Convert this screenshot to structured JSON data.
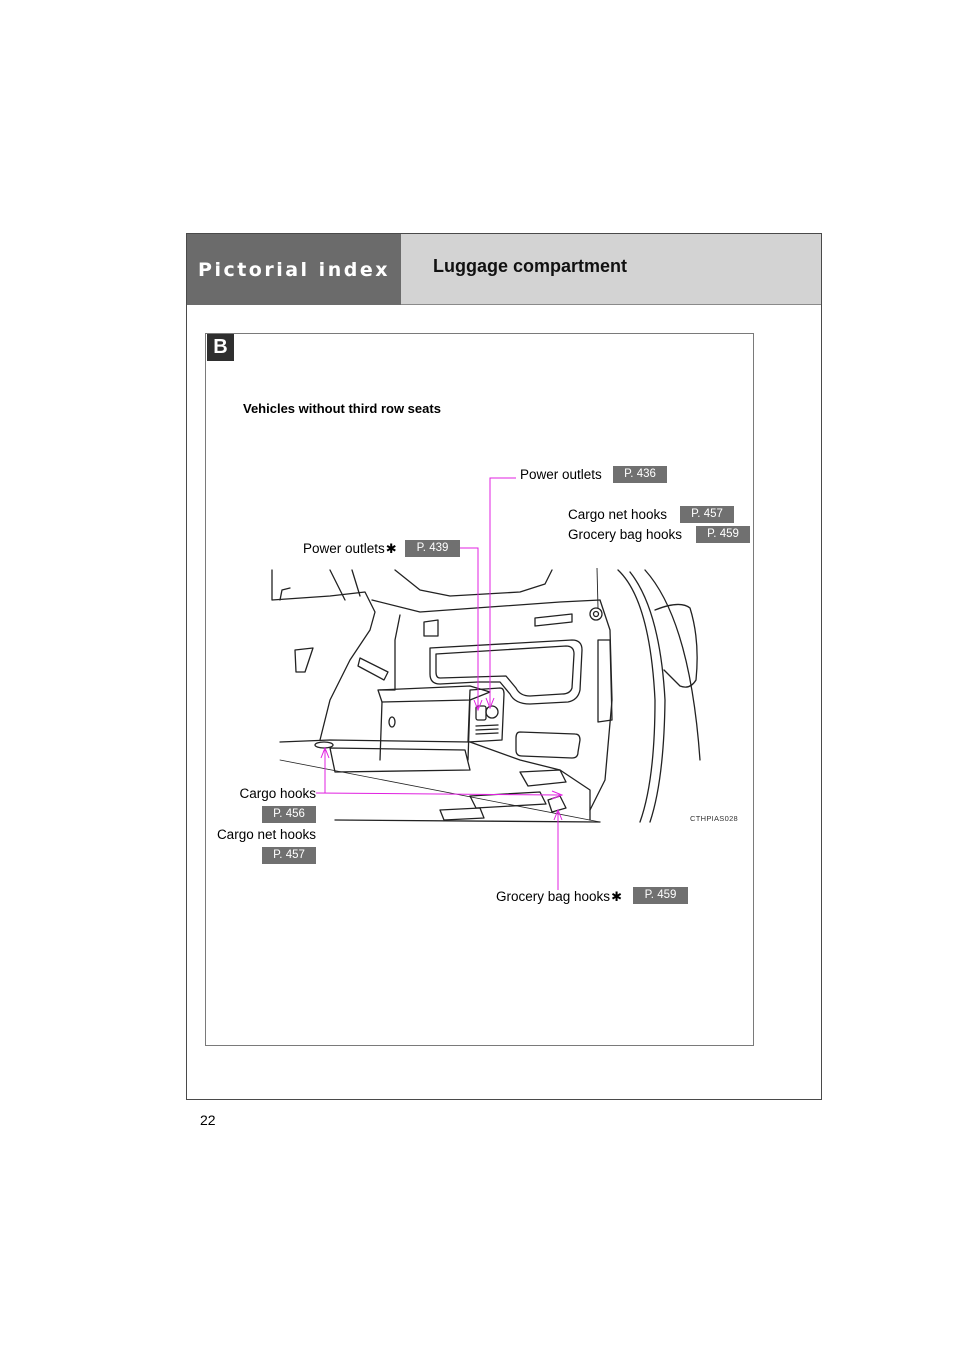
{
  "header": {
    "section_label": "Pictorial index",
    "title": "Luggage compartment"
  },
  "figure": {
    "badge": "B",
    "subtitle": "Vehicles without third row seats",
    "code": "CTHPIAS028"
  },
  "callouts": {
    "power_outlets_top": {
      "label": "Power outlets",
      "ref": "P. 436"
    },
    "cargo_net_hooks_top": {
      "label": "Cargo net hooks",
      "ref": "P. 457"
    },
    "grocery_bag_hooks_top": {
      "label": "Grocery bag hooks",
      "ref": "P. 459"
    },
    "power_outlets_opt": {
      "label": "Power outlets",
      "asterisk": "✱",
      "ref": "P. 439"
    },
    "cargo_hooks": {
      "label": "Cargo hooks",
      "ref": "P. 456"
    },
    "cargo_net_hooks_bottom": {
      "label": "Cargo net hooks",
      "ref": "P. 457"
    },
    "grocery_bag_hooks_bottom": {
      "label": "Grocery bag hooks",
      "asterisk": "✱",
      "ref": "P. 459"
    }
  },
  "colors": {
    "leader_line": "#e020e0",
    "ref_badge": "#707070",
    "header_dark": "#6b6b6b",
    "header_light": "#d3d3d3"
  },
  "page_number": "22"
}
